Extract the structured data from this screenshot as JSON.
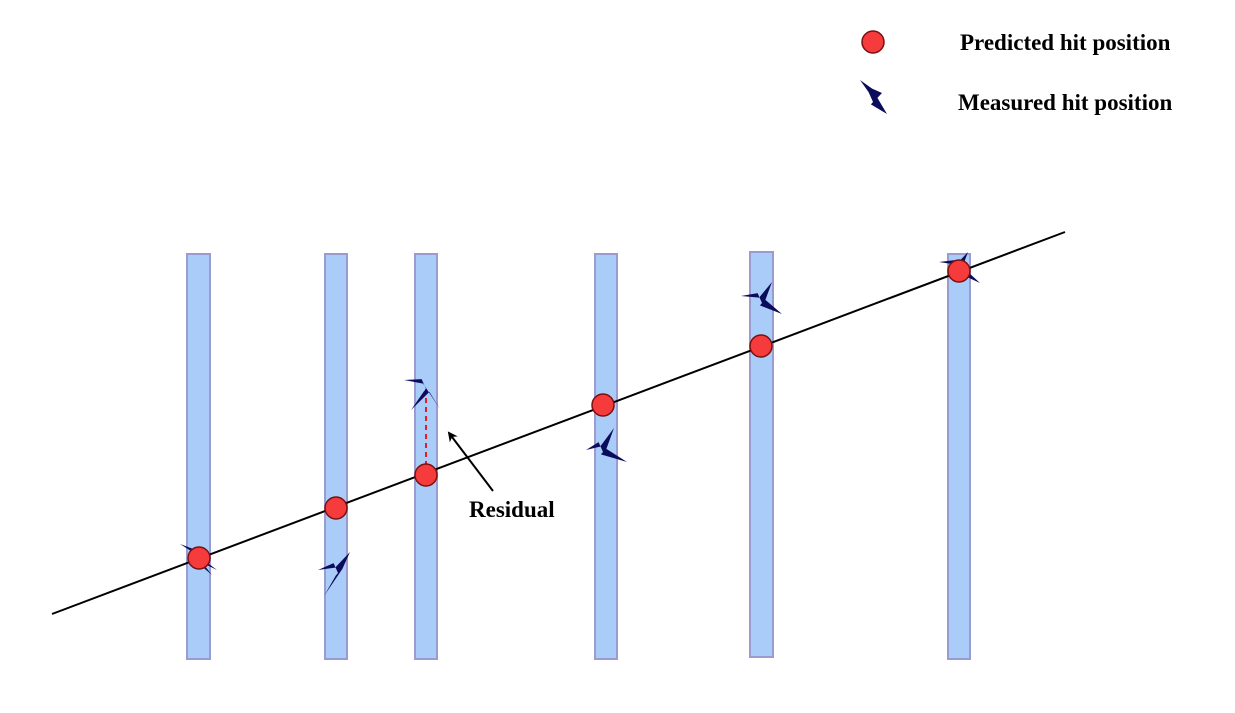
{
  "legend": {
    "predicted_label": "Predicted hit position",
    "measured_label": "Measured hit position"
  },
  "annotation": {
    "residual_label": "Residual"
  },
  "colors": {
    "detector_fill": "#a9cdf8",
    "detector_stroke": "#9c9bd0",
    "predicted_fill": "#f53b3b",
    "predicted_stroke": "#7a1010",
    "measured_fill": "#0c0c5c",
    "track_line": "#000000",
    "residual_line": "#e02020"
  },
  "icons": {
    "predicted": "red-circle-icon",
    "measured": "four-point-star-icon"
  },
  "detector_layers": 6
}
